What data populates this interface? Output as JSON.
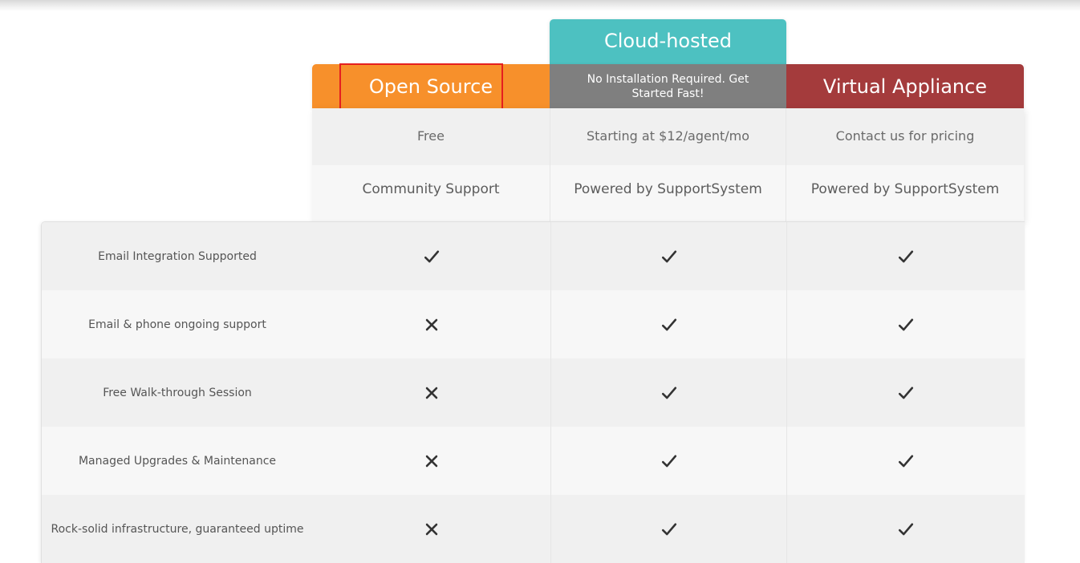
{
  "plans": {
    "open_source": {
      "name": "Open Source",
      "price": "Free",
      "support": "Community Support",
      "color": "#f7902b"
    },
    "cloud_hosted": {
      "tab_label": "Cloud-hosted",
      "subtitle": "No Installation Required. Get Started Fast!",
      "price": "Starting at $12/agent/mo",
      "support": "Powered by SupportSystem",
      "tab_color": "#4dc1c1",
      "color": "#7f7f7f"
    },
    "virtual_appliance": {
      "name": "Virtual Appliance",
      "price": "Contact us for pricing",
      "support": "Powered by SupportSystem",
      "color": "#a43b3c"
    }
  },
  "features": [
    {
      "label": "Email Integration Supported",
      "open_source": "check-icon",
      "cloud_hosted": "check-icon",
      "virtual_appliance": "check-icon"
    },
    {
      "label": "Email & phone ongoing support",
      "open_source": "cross-icon",
      "cloud_hosted": "check-icon",
      "virtual_appliance": "check-icon"
    },
    {
      "label": "Free Walk-through Session",
      "open_source": "cross-icon",
      "cloud_hosted": "check-icon",
      "virtual_appliance": "check-icon"
    },
    {
      "label": "Managed Upgrades & Maintenance",
      "open_source": "cross-icon",
      "cloud_hosted": "check-icon",
      "virtual_appliance": "check-icon"
    },
    {
      "label": "Rock-solid infrastructure, guaranteed uptime",
      "open_source": "cross-icon",
      "cloud_hosted": "check-icon",
      "virtual_appliance": "check-icon"
    }
  ],
  "highlight_color": "#e51f1f"
}
